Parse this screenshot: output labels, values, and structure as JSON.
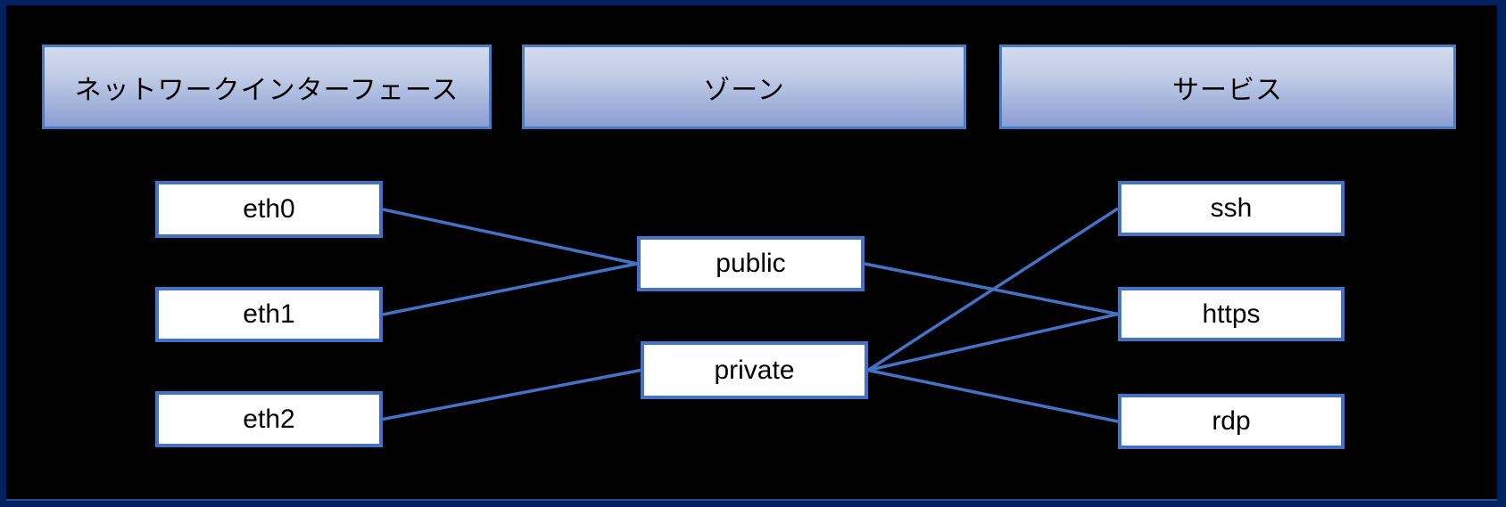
{
  "diagram": {
    "headers": [
      {
        "id": "interfaces",
        "label": "ネットワークインターフェース"
      },
      {
        "id": "zones",
        "label": "ゾーン"
      },
      {
        "id": "services",
        "label": "サービス"
      }
    ],
    "nodes": [
      {
        "id": "eth0",
        "label": "eth0",
        "column": "interfaces"
      },
      {
        "id": "eth1",
        "label": "eth1",
        "column": "interfaces"
      },
      {
        "id": "eth2",
        "label": "eth2",
        "column": "interfaces"
      },
      {
        "id": "public",
        "label": "public",
        "column": "zones"
      },
      {
        "id": "private",
        "label": "private",
        "column": "zones"
      },
      {
        "id": "ssh",
        "label": "ssh",
        "column": "services"
      },
      {
        "id": "https",
        "label": "https",
        "column": "services"
      },
      {
        "id": "rdp",
        "label": "rdp",
        "column": "services"
      }
    ],
    "edges": [
      {
        "from": "eth0",
        "to": "public"
      },
      {
        "from": "eth1",
        "to": "public"
      },
      {
        "from": "eth2",
        "to": "private"
      },
      {
        "from": "public",
        "to": "https"
      },
      {
        "from": "private",
        "to": "ssh"
      },
      {
        "from": "private",
        "to": "https"
      },
      {
        "from": "private",
        "to": "rdp"
      }
    ],
    "colors": {
      "background": "#000000",
      "frame": "#00215f",
      "frame_highlight": "#2b57ab",
      "connector": "#4472c4",
      "node_border": "#4472c4",
      "node_fill": "#ffffff",
      "header_border": "#4a7dc0",
      "header_gradient_top": "#d2dbee",
      "header_gradient_bottom": "#8a9fd3",
      "text": "#000000"
    },
    "connector_width": 3.5
  }
}
